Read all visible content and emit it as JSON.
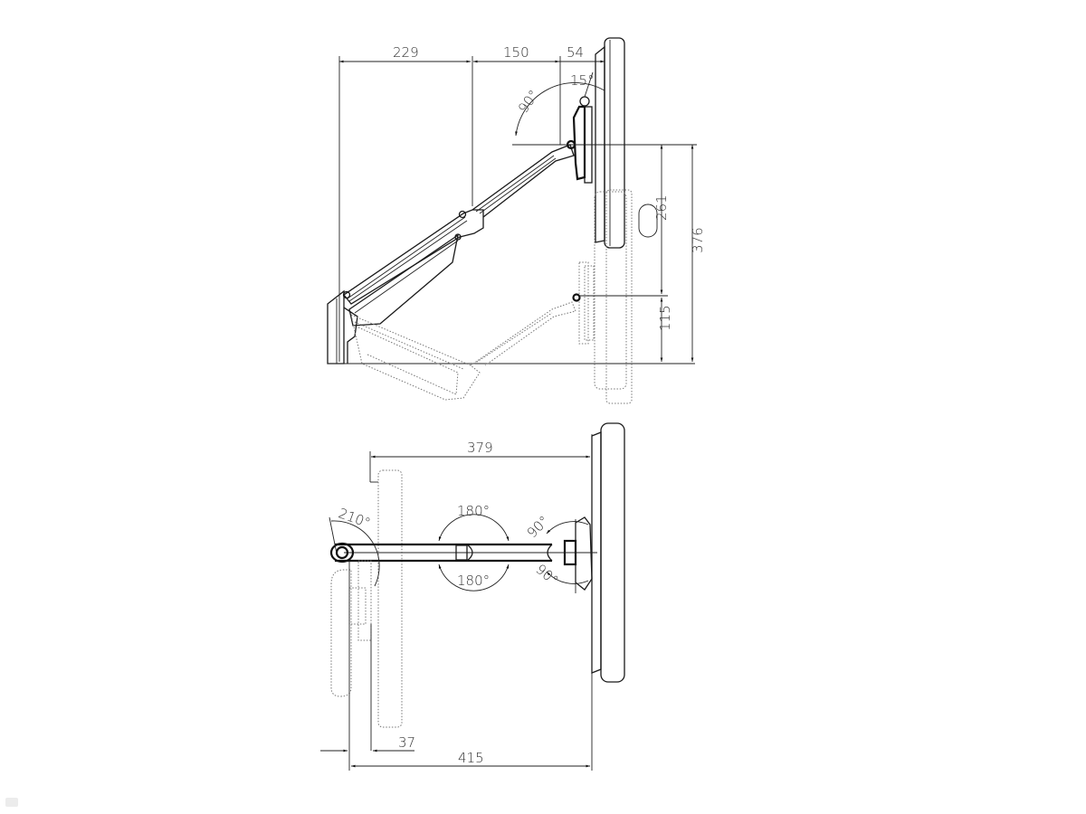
{
  "drawing": {
    "title": "Monitor wall arm technical drawing",
    "colors": {
      "line": "#1a1a1a",
      "ghost": "#777777",
      "background": "#ffffff"
    },
    "side_view": {
      "dimensions": {
        "arm_reach_1": "229",
        "arm_reach_2": "150",
        "head_depth": "54",
        "tilt_angle": "15°",
        "tilt_range": "90°",
        "height_offset": "261",
        "total_height": "376",
        "lower_offset": "115"
      }
    },
    "top_view": {
      "dimensions": {
        "max_extension": "379",
        "wall_rotation": "210°",
        "middle_joint_rotation_top": "180°",
        "middle_joint_rotation_bottom": "180°",
        "head_swivel_top": "90°",
        "head_swivel_bottom": "90°",
        "folded_depth": "37",
        "total_depth": "415"
      }
    }
  }
}
